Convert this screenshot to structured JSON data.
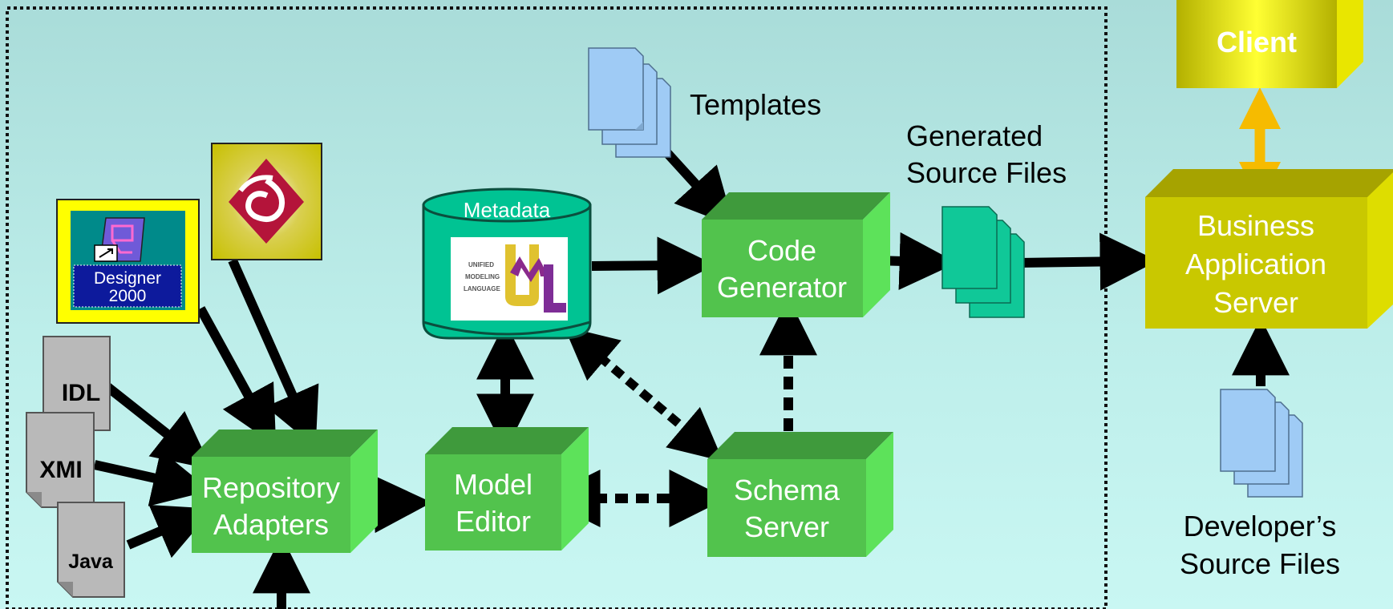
{
  "boxes": {
    "repository_adapters": [
      "Repository",
      "Adapters"
    ],
    "model_editor": [
      "Model",
      "Editor"
    ],
    "schema_server": [
      "Schema",
      "Server"
    ],
    "code_generator": [
      "Code",
      "Generator"
    ],
    "business_app_server": [
      "Business",
      "Application",
      "Server"
    ],
    "client": "Client"
  },
  "metadata_label": "Metadata",
  "templates_label": "Templates",
  "generated_source_files": [
    "Generated",
    "Source Files"
  ],
  "developer_source_files": [
    "Developer’s",
    "Source Files"
  ],
  "input_docs": [
    "IDL",
    "XMI",
    "Java"
  ],
  "designer_icon": [
    "Designer",
    "2000"
  ],
  "uml_logo_text": [
    "UNIFIED",
    "MODELING",
    "LANGUAGE"
  ],
  "colors": {
    "green_box_front": "#52c34d",
    "green_box_top": "#3f9a3c",
    "green_box_side": "#5de25a",
    "metadata_cylinder": "#00c393",
    "generated_files": "#10c898",
    "templates_files": "#9fcbf5",
    "yellow_box": "#c9c800",
    "client_box": "#f2f200",
    "arrow": "#000000",
    "double_arrow": "#f6bb00",
    "doc_grey": "#b9b9b9"
  }
}
